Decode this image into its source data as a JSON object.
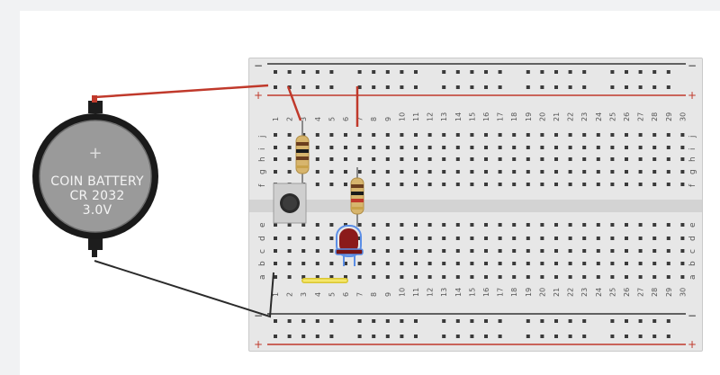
{
  "battery": {
    "line1": "COIN BATTERY",
    "line2": "CR 2032",
    "line3": "3.0V",
    "plus_symbol": "+"
  },
  "breadboard": {
    "columns": [
      "1",
      "2",
      "3",
      "4",
      "5",
      "6",
      "7",
      "8",
      "9",
      "10",
      "11",
      "12",
      "13",
      "14",
      "15",
      "16",
      "17",
      "18",
      "19",
      "20",
      "21",
      "22",
      "23",
      "24",
      "25",
      "26",
      "27",
      "28",
      "29",
      "30"
    ],
    "rows_top": [
      "j",
      "i",
      "h",
      "g",
      "f"
    ],
    "rows_bottom": [
      "e",
      "d",
      "c",
      "b",
      "a"
    ],
    "rail_minus": "−",
    "rail_plus": "+"
  },
  "colors": {
    "wire_red": "#c0392b",
    "wire_black": "#2b2b2b",
    "wire_yellow": "#f2e04d",
    "led_body": "#8b1a1a",
    "led_outline": "#5b8ee6",
    "rail_red": "#c0392b",
    "rail_black": "#333333"
  },
  "components": [
    "coin-battery",
    "breadboard",
    "resistor",
    "resistor",
    "pushbutton",
    "led",
    "jumper-wire"
  ]
}
